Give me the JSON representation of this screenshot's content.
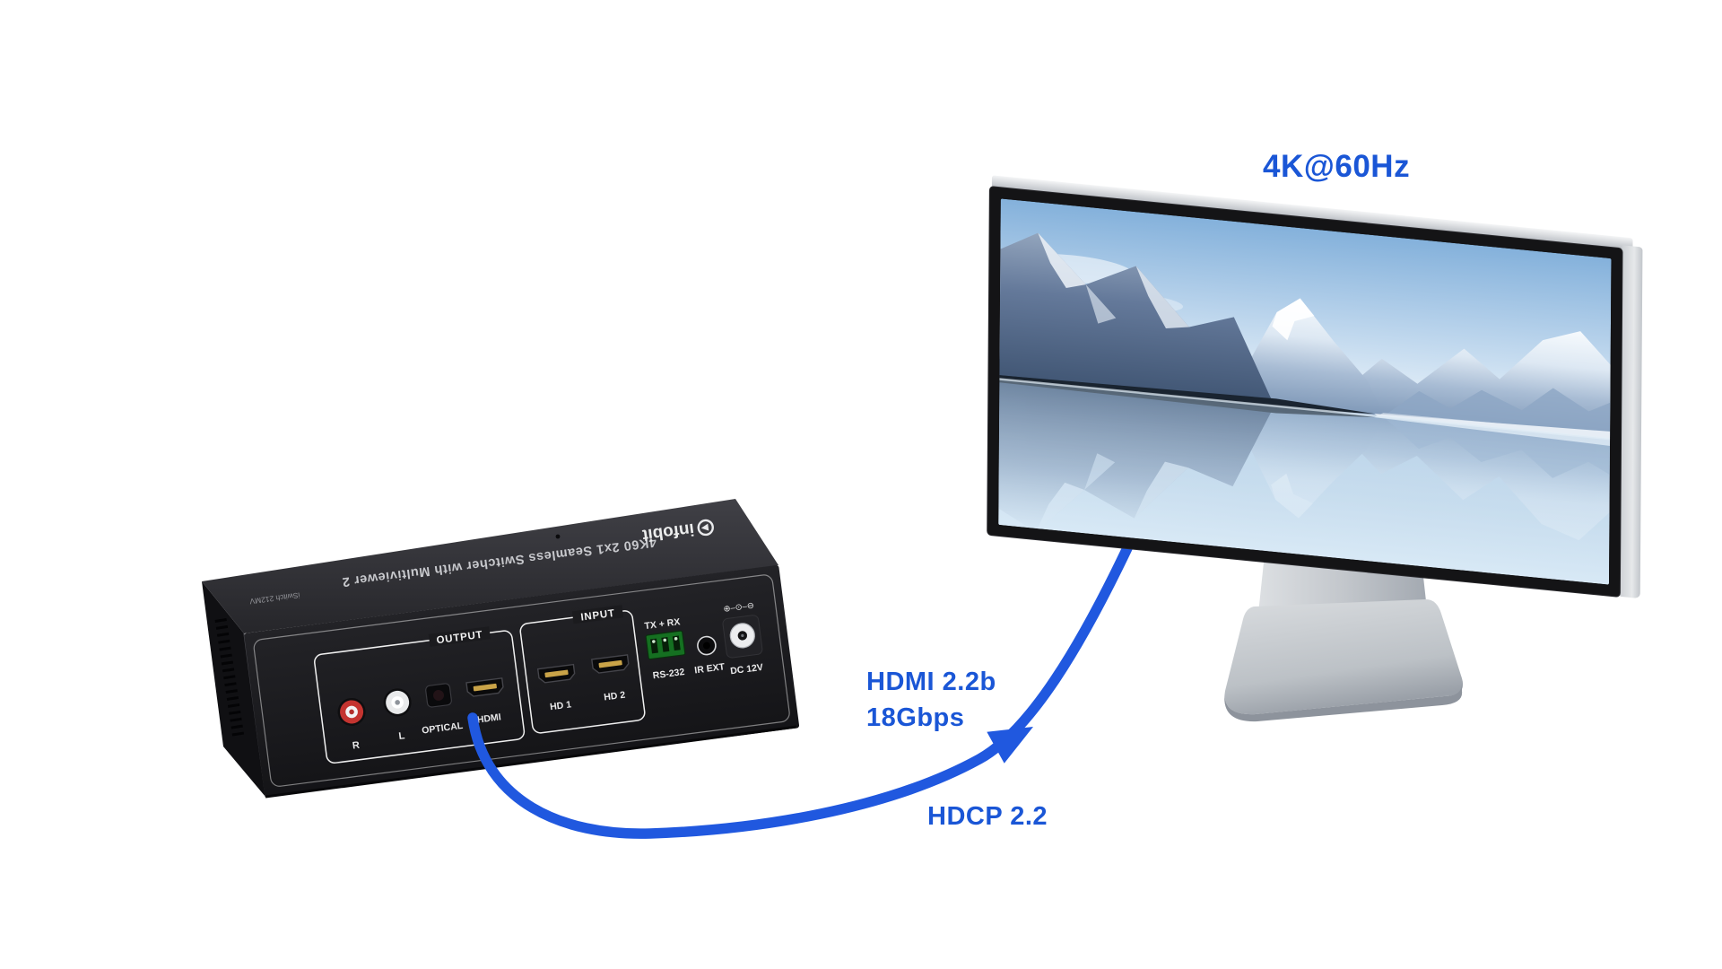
{
  "page": {
    "background": "#ffffff"
  },
  "annotations": {
    "resolution_label": "4K@60Hz",
    "cable_label_line1": "HDMI 2.2b",
    "cable_label_line2": "18Gbps",
    "hdcp_label": "HDCP 2.2",
    "text_color": "#1a56d6"
  },
  "cable": {
    "color": "#2058df"
  },
  "switcher": {
    "top": {
      "brand": "infobit",
      "model": "iSwitch 212MV",
      "title": "4K60 2x1 Seamless Switcher with Multiviewer 2"
    },
    "front": {
      "output_group_label": "OUTPUT",
      "input_group_label": "INPUT",
      "ports": [
        {
          "id": "audio-r",
          "label": "R"
        },
        {
          "id": "audio-l",
          "label": "L"
        },
        {
          "id": "optical",
          "label": "OPTICAL"
        },
        {
          "id": "hdmi-out",
          "label": "HDMI"
        },
        {
          "id": "hdmi-in-1",
          "label": "HD 1"
        },
        {
          "id": "hdmi-in-2",
          "label": "HD 2"
        },
        {
          "id": "rs232",
          "label": "RS-232",
          "top_label": "TX + RX"
        },
        {
          "id": "ir-ext",
          "label": "IR EXT"
        },
        {
          "id": "dc-power",
          "label": "DC 12V",
          "polarity": "⊕–⊙–⊖"
        }
      ]
    }
  }
}
